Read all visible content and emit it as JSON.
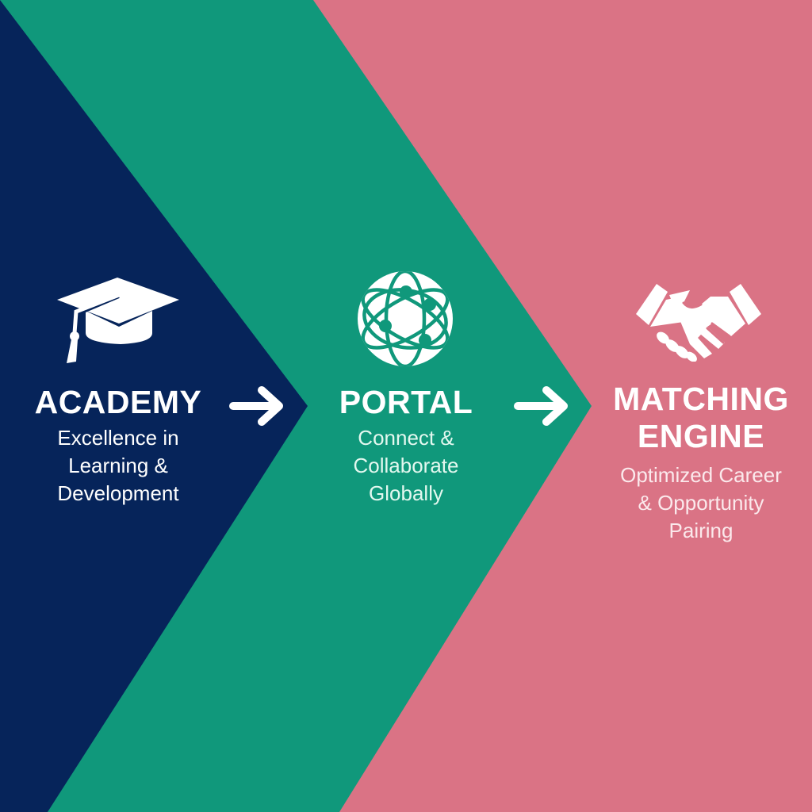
{
  "colors": {
    "navy": "#06245a",
    "green": "#10987b",
    "pink": "#da7385",
    "text": "#ffffff",
    "portal_subtitle": "#e3f8ef",
    "matching_subtitle": "#fbe9ec"
  },
  "stages": [
    {
      "title": "ACADEMY",
      "subtitle_lines": [
        "Excellence in",
        "Learning &",
        "Development"
      ],
      "icon": "graduation-cap-icon",
      "background": "navy"
    },
    {
      "title": "PORTAL",
      "subtitle_lines": [
        "Connect &",
        "Collaborate",
        "Globally"
      ],
      "icon": "globe-network-icon",
      "background": "green"
    },
    {
      "title_lines": [
        "MATCHING",
        "ENGINE"
      ],
      "subtitle_lines": [
        "Optimized Career",
        "& Opportunity",
        "Pairing"
      ],
      "icon": "handshake-icon",
      "background": "pink"
    }
  ],
  "connectors": [
    {
      "from": "ACADEMY",
      "to": "PORTAL",
      "icon": "arrow-right-icon"
    },
    {
      "from": "PORTAL",
      "to": "MATCHING ENGINE",
      "icon": "arrow-right-icon"
    }
  ]
}
